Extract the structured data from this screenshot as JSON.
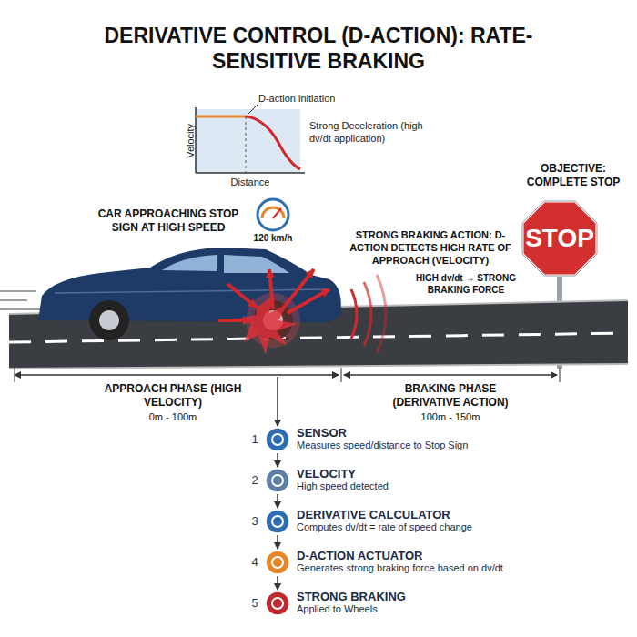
{
  "diagram": {
    "title": "DERIVATIVE CONTROL (D-ACTION): RATE-SENSITIVE BRAKING",
    "nodes": [
      {
        "text": [
          "STOP"
        ]
      },
      {
        "text": [
          "SENSOR",
          "Measures speed/distance to Stop Sign"
        ]
      },
      {
        "text": [
          "VELOCITY",
          "High speed detected"
        ]
      },
      {
        "text": [
          "DERIVATIVE CALCULATOR",
          "Computes dv/dt = rate of speed change"
        ]
      },
      {
        "text": [
          "D-ACTION ACTUATOR",
          "Generates strong braking force based on dv/dt"
        ]
      },
      {
        "text": [
          "STRONG BRAKING",
          "Applied to Wheels"
        ]
      }
    ],
    "edges": [
      {
        "from": 1,
        "to": 2,
        "arrow": "to"
      },
      {
        "from": 2,
        "to": 3,
        "arrow": "to"
      },
      {
        "from": 3,
        "to": 4,
        "arrow": "to"
      },
      {
        "from": 4,
        "to": 5,
        "arrow": "to"
      }
    ],
    "labels": [
      "D-action initiation",
      "Velocity",
      "Distance",
      "Strong Deceleration (high dv/dt application)",
      "OBJECTIVE: COMPLETE STOP",
      "CAR APPROACHING STOP SIGN AT HIGH SPEED",
      "120 km/h",
      "STRONG BRAKING ACTION: D-ACTION DETECTS HIGH RATE OF APPROACH (VELOCITY)",
      "HIGH dv/dt → STRONG BRAKING FORCE",
      "APPROACH PHASE (HIGH VELOCITY)",
      "0m - 100m",
      "BRAKING PHASE (DERIVATIVE ACTION)",
      "100m - 150m",
      "1",
      "2",
      "3",
      "4",
      "5"
    ]
  }
}
